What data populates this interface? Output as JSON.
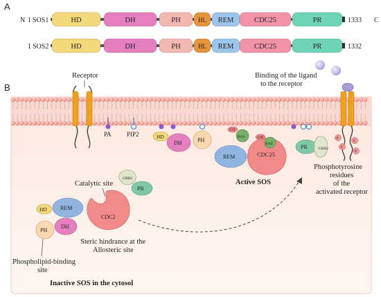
{
  "panel_a": {
    "label": "A",
    "rows": [
      {
        "n_label": "N",
        "start_label": "1",
        "name": "SOS1",
        "end_label": "1333",
        "c_label": "C",
        "domains": [
          {
            "label": "HD",
            "color": "#f4d97a"
          },
          {
            "label": "DH",
            "color": "#e57fc0"
          },
          {
            "label": "PH",
            "color": "#f3b8b0"
          },
          {
            "label": "HL",
            "color": "#e8943c"
          },
          {
            "label": "REM",
            "color": "#9cc5ea"
          },
          {
            "label": "CDC25",
            "color": "#f292a6"
          },
          {
            "label": "PR",
            "color": "#6fd3b8"
          }
        ]
      },
      {
        "n_label": "",
        "start_label": "1",
        "name": "SOS2",
        "end_label": "1332",
        "c_label": "",
        "domains": [
          {
            "label": "HD",
            "color": "#f4d97a"
          },
          {
            "label": "DH",
            "color": "#e57fc0"
          },
          {
            "label": "PH",
            "color": "#f3b8b0"
          },
          {
            "label": "HL",
            "color": "#e8943c"
          },
          {
            "label": "REM",
            "color": "#9cc5ea"
          },
          {
            "label": "CDC25",
            "color": "#f292a6"
          },
          {
            "label": "PR",
            "color": "#6fd3b8"
          }
        ]
      }
    ]
  },
  "panel_b": {
    "label": "B",
    "receptor_label": "Receptor",
    "ligand_label_line1": "Binding of the ligand",
    "ligand_label_line2": "to the receptor",
    "pa_label": "PA",
    "pip2_label": "PIP2",
    "active_label": "Active SOS",
    "inactive_label": "Inactive SOS in the cytosol",
    "active_domains": {
      "hd": "HD",
      "dh": "DH",
      "ph": "PH",
      "rem": "REM",
      "cdc25": "CDC25",
      "pr": "PR",
      "grb2": "GRB2",
      "ras": "RAS",
      "gtp": "GTP",
      "gdp": "GDP"
    },
    "inactive_domains": {
      "hd": "HD",
      "dh": "DH",
      "ph": "PH",
      "rem": "REM",
      "cdc2": "CDC2",
      "pr": "PR",
      "grb2": "GRB2"
    },
    "catalytic_site": "Catalytic site",
    "steric_line1": "Steric hindrance at the",
    "steric_line2": "Allosteric site",
    "phospho_lipid_line1": "Phospholipid-binding",
    "phospho_lipid_line2": "site",
    "phosphotyrosine_line1": "Phosphotyrosine",
    "phosphotyrosine_line2": "residues",
    "phosphotyrosine_line3": "of the",
    "phosphotyrosine_line4": "activated receptor",
    "p_label": "P",
    "colors": {
      "membrane": "#e8978f",
      "cytosol": "#fbe3d8",
      "receptor": "#f0a020",
      "ligand": "#c9c3ea"
    }
  }
}
